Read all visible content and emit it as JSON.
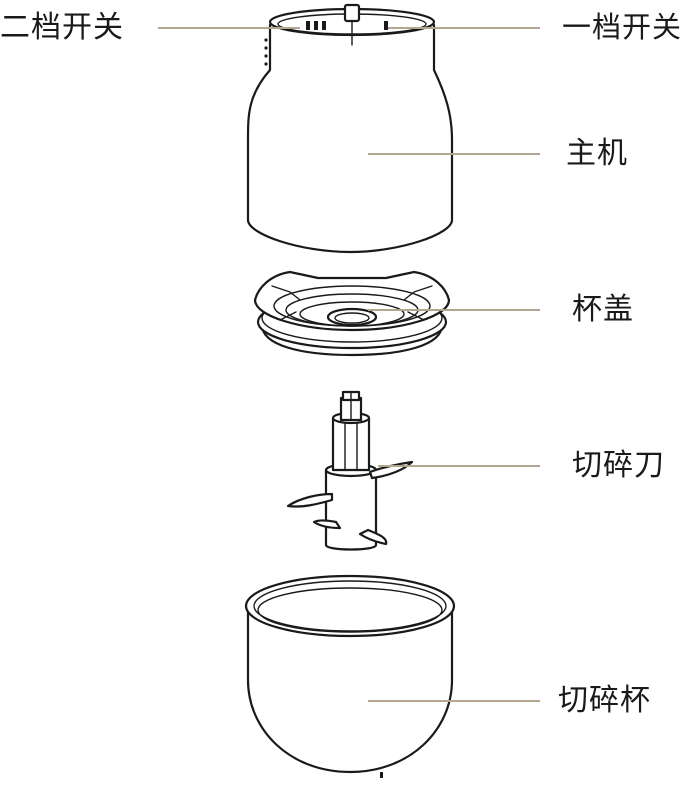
{
  "labels": {
    "switch_two": "二档开关",
    "switch_one": "一档开关",
    "main_unit": "主机",
    "lid": "杯盖",
    "blade": "切碎刀",
    "cup": "切碎杯"
  },
  "colors": {
    "outline": "#1a1a1a",
    "leader_line": "#b3a58f",
    "background": "#ffffff"
  }
}
